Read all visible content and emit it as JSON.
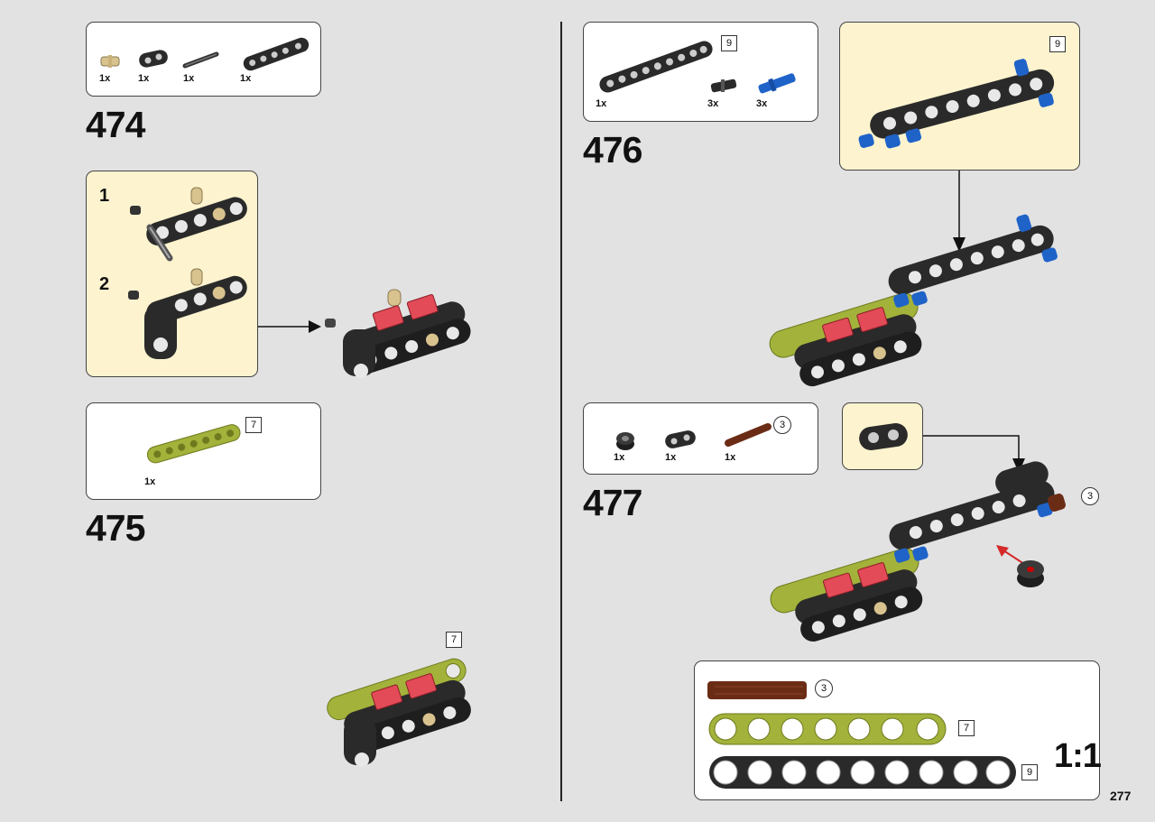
{
  "page": {
    "number": "277",
    "scale_label": "1:1"
  },
  "steps": [
    {
      "number": "474",
      "parts": [
        {
          "qty": "1x"
        },
        {
          "qty": "1x"
        },
        {
          "qty": "1x"
        },
        {
          "qty": "1x"
        }
      ],
      "substeps": [
        "1",
        "2"
      ]
    },
    {
      "number": "475",
      "parts": [
        {
          "qty": "1x",
          "length": "7"
        }
      ],
      "callout_length": "7"
    },
    {
      "number": "476",
      "parts": [
        {
          "qty": "1x",
          "length": "9"
        },
        {
          "qty": "3x"
        },
        {
          "qty": "3x"
        }
      ],
      "callout_length": "9"
    },
    {
      "number": "477",
      "parts": [
        {
          "qty": "1x"
        },
        {
          "qty": "1x"
        },
        {
          "qty": "1x",
          "length": "3"
        }
      ],
      "callout_length": "3"
    }
  ],
  "ruler": [
    {
      "length": "3"
    },
    {
      "length": "7"
    },
    {
      "length": "9"
    }
  ],
  "colors": {
    "olive": "#a3b23a",
    "black": "#2a2a2a",
    "blue": "#1f63c9",
    "brown": "#6b2c16",
    "tan": "#d8c28e",
    "red": "#e24b57",
    "callout": "#fdf3cf"
  }
}
